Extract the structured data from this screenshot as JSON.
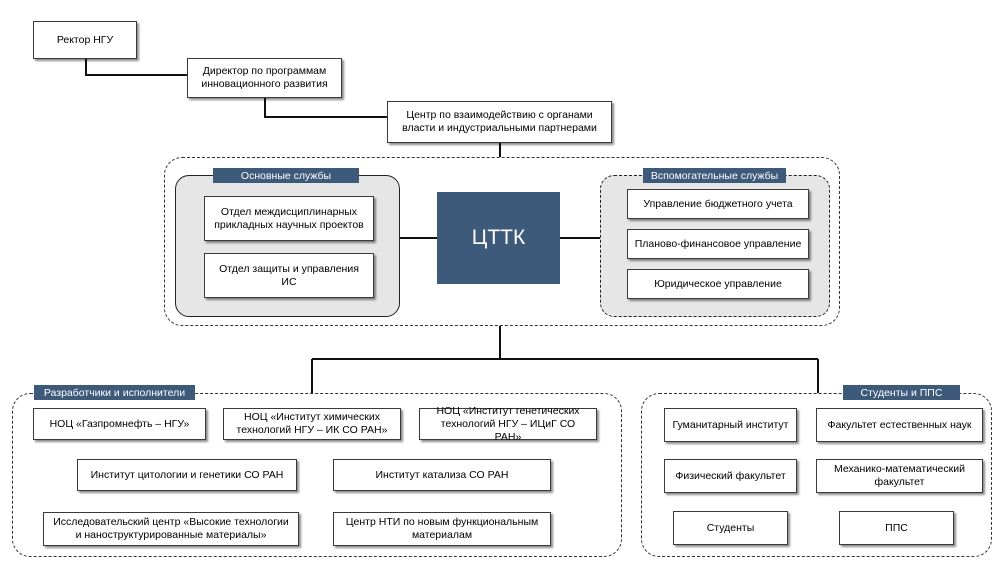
{
  "top": {
    "rector": "Ректор НГУ",
    "director": "Директор по программам инновационного развития",
    "center_interaction": "Центр по взаимодействию с органами власти и индустриальными партнерами"
  },
  "cttk": {
    "label": "ЦТТК",
    "color": "#3e5a7a"
  },
  "main_services": {
    "title": "Основные службы",
    "items": [
      "Отдел междисциплинарных прикладных научных проектов",
      "Отдел защиты и управления ИС"
    ]
  },
  "aux_services": {
    "title": "Вспомогательные службы",
    "items": [
      "Управление бюджетного учета",
      "Планово-финансовое управление",
      "Юридическое управление"
    ]
  },
  "developers": {
    "title": "Разработчики и исполнители",
    "items": [
      "НОЦ «Газпромнефть – НГУ»",
      "НОЦ «Институт химических технологий НГУ – ИК СО РАН»",
      "НОЦ «Институт генетических технологий НГУ – ИЦиГ СО РАН»",
      "Институт цитологии и генетики СО РАН",
      "Институт катализа СО РАН",
      "Исследовательский центр «Высокие технологии и наноструктурированные материалы»",
      "Центр НТИ по новым функциональным материалам"
    ]
  },
  "students": {
    "title": "Студенты и ППС",
    "items": [
      "Гуманитарный институт",
      "Факультет естественных наук",
      "Физический факультет",
      "Механико-математический факультет",
      "Студенты",
      "ППС"
    ]
  }
}
